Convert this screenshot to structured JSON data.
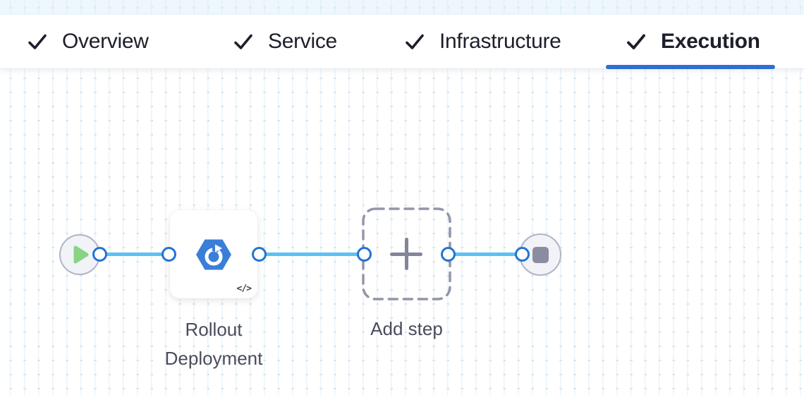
{
  "tabs": {
    "items": [
      {
        "label": "Overview",
        "checked": true,
        "active": false
      },
      {
        "label": "Service",
        "checked": true,
        "active": false
      },
      {
        "label": "Infrastructure",
        "checked": true,
        "active": false
      },
      {
        "label": "Execution",
        "checked": true,
        "active": true
      }
    ]
  },
  "canvas": {
    "start_node": {
      "icon": "play-icon"
    },
    "step": {
      "label": "Rollout Deployment",
      "icon": "rollout-deployment-icon",
      "code_badge": "</>"
    },
    "add_step": {
      "label": "Add step",
      "icon": "plus-icon"
    },
    "end_node": {
      "icon": "stop-icon"
    }
  },
  "colors": {
    "active_tab_underline": "#2F6FD3",
    "tab_text": "#1D1F2B",
    "connector_line": "#5BC1F4",
    "connector_port_border": "#2273D2",
    "play_green": "#87D584",
    "step_icon_blue": "#3B7ED8",
    "stop_gray": "#8A8DA1",
    "dashed_border": "#9395AB",
    "plus_gray": "#83859A",
    "label_text": "#4A4C5D"
  }
}
